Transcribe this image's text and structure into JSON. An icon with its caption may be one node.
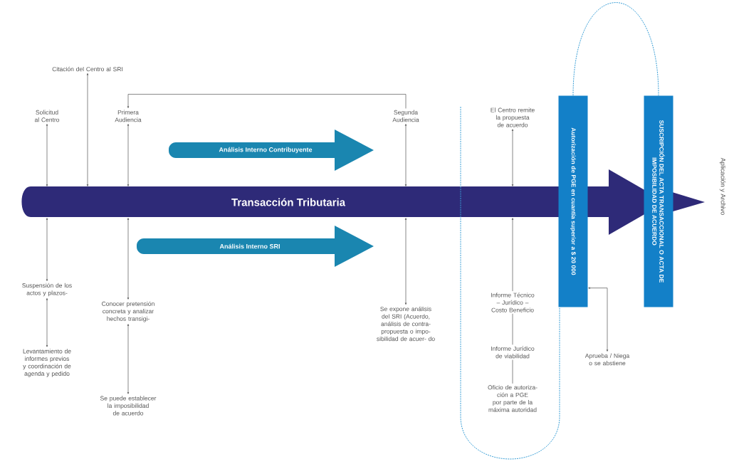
{
  "diagram": {
    "nodes": [
      {
        "text": [
          "Solicitud al Centro"
        ]
      },
      {
        "text": [
          "Citación del Centro al SRI"
        ]
      },
      {
        "text": [
          "Primera Audiencia"
        ]
      },
      {
        "text": [
          "Segunda Audiencia"
        ]
      },
      {
        "text": [
          "El Centro remite la propuesta de acuerdo"
        ]
      },
      {
        "text": [
          "Análisis Interno Contribuyente"
        ]
      },
      {
        "text": [
          "Transacción Tributaria"
        ]
      },
      {
        "text": [
          "Análisis Interno SRI"
        ]
      },
      {
        "text": [
          "Suspensión de los actos y plazos-"
        ]
      },
      {
        "text": [
          "Levantamiento de informes previos y coordinación de agenda y pedido"
        ]
      },
      {
        "text": [
          "Conocer pretensión concreta y analizar hechos transigi-"
        ]
      },
      {
        "text": [
          "Se puede establecer la imposibilidad de acuerdo"
        ]
      },
      {
        "text": [
          "Se expone análisis del SRI (Acuerdo, análisis de contra- propuesta o impo- sibilidad de acuer- do"
        ]
      },
      {
        "text": [
          "Informe Técnico – Jurídico – Costo Beneficio"
        ]
      },
      {
        "text": [
          "Informe Jurídico de viabilidad"
        ]
      },
      {
        "text": [
          "Oficio de autoriza- ción a PGE por parte de la máxima autoridad"
        ]
      },
      {
        "text": [
          "Autorización de PGE en cuantía superior a $ 20 000"
        ]
      },
      {
        "text": [
          "SUSCRIPCIÓN DEL ACTA TRANSACCIONAL O ACTA DE IMPOSIBILIDAD DE ACUERDO"
        ]
      },
      {
        "text": [
          "Aprueba / Niega o se abstiene"
        ]
      }
    ],
    "edges": [
      {
        "from": 0,
        "to": 6,
        "arrow": "both"
      },
      {
        "from": 1,
        "to": 6,
        "arrow": "both"
      },
      {
        "from": 2,
        "to": 6,
        "arrow": "both"
      },
      {
        "from": 3,
        "to": 2,
        "arrow": "to"
      },
      {
        "from": 3,
        "to": 6,
        "arrow": "both"
      },
      {
        "from": 4,
        "to": 6,
        "arrow": "both"
      },
      {
        "from": 6,
        "to": 8,
        "arrow": "both"
      },
      {
        "from": 8,
        "to": 9,
        "arrow": "both"
      },
      {
        "from": 6,
        "to": 10,
        "arrow": "both"
      },
      {
        "from": 10,
        "to": 11,
        "arrow": "both"
      },
      {
        "from": 6,
        "to": 12,
        "arrow": "both"
      },
      {
        "from": 13,
        "to": 6,
        "arrow": "to"
      },
      {
        "from": 13,
        "to": 14,
        "arrow": "none"
      },
      {
        "from": 14,
        "to": 15,
        "arrow": "none"
      },
      {
        "from": 16,
        "to": 18,
        "arrow": "both"
      },
      {
        "from": 16,
        "to": 17,
        "arrow": "none",
        "style": "dashed",
        "color": "#3a9fd6"
      },
      {
        "from": null,
        "to": 16,
        "arrow": "none",
        "style": "dashed",
        "color": "#3a9fd6"
      }
    ],
    "labels": [
      "Aplicación y Archivo"
    ]
  }
}
